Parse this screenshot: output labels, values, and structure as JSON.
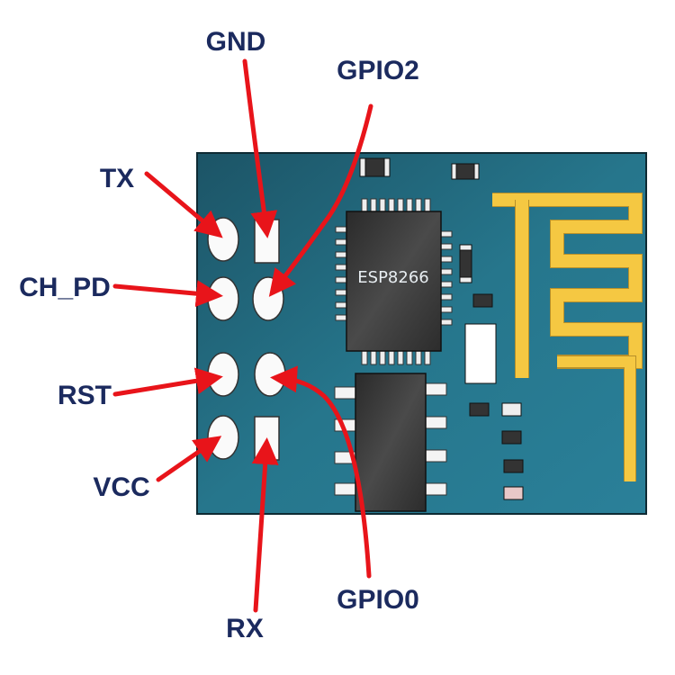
{
  "chip_label": "ESP8266",
  "pins": [
    {
      "id": "gnd",
      "label": "GND"
    },
    {
      "id": "gpio2",
      "label": "GPIO2"
    },
    {
      "id": "tx",
      "label": "TX"
    },
    {
      "id": "ch_pd",
      "label": "CH_PD"
    },
    {
      "id": "rst",
      "label": "RST"
    },
    {
      "id": "vcc",
      "label": "VCC"
    },
    {
      "id": "rx",
      "label": "RX"
    },
    {
      "id": "gpio0",
      "label": "GPIO0"
    }
  ],
  "colors": {
    "board": "#1f6478",
    "label": "#1b2a5e",
    "arrow": "#e8141a",
    "antenna": "#f5c842"
  }
}
